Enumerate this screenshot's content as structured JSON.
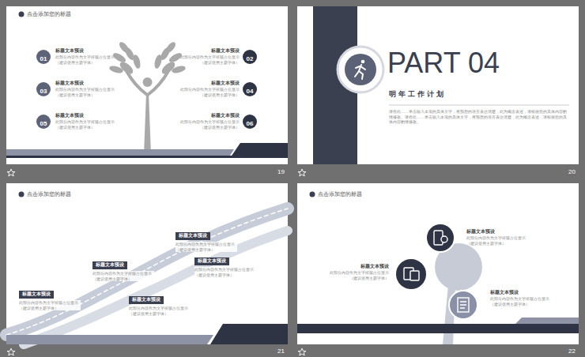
{
  "diagram": {
    "nodes": [
      {
        "text": [
          "01"
        ]
      },
      {
        "text": [
          "02"
        ]
      },
      {
        "text": [
          "03"
        ]
      },
      {
        "text": [
          "04"
        ]
      },
      {
        "text": [
          "05"
        ]
      },
      {
        "text": [
          "06"
        ]
      },
      {
        "text": [
          "标题文本预设",
          "此部分内容作为文字排版占位显示 （建议使用主题字体）"
        ]
      },
      {
        "text": [
          "标题文本预设",
          "此部分内容作为文字排版占位显示 （建议使用主题字体）"
        ]
      },
      {
        "text": [
          "标题文本预设",
          "此部分内容作为文字排版占位显示 （建议使用主题字体）"
        ]
      },
      {
        "text": [
          "标题文本预设",
          "此部分内容作为文字排版占位显示 （建议使用主题字体）"
        ]
      },
      {
        "text": [
          "标题文本预设",
          "此部分内容作为文字排版占位显示 （建议使用主题字体）"
        ]
      }
    ],
    "labels": [
      "点击添加您的标题",
      "标题文本预设",
      "此部分内容作为文字排版占位显示 （建议使用主题字体）",
      "标题文本预设",
      "此部分内容作为文字排版占位显示 （建议使用主题字体）",
      "标题文本预设",
      "此部分内容作为文字排版占位显示 （建议使用主题字体）",
      "标题文本预设",
      "此部分内容作为文字排版占位显示 （建议使用主题字体）",
      "标题文本预设",
      "此部分内容作为文字排版占位显示 （建议使用主题字体）",
      "标题文本预设",
      "此部分内容作为文字排版占位显示 （建议使用主题字体）",
      "19",
      "PART 04",
      "明年工作计划",
      "请在此……单击输入本项的具体文字，将预想的语言表达清楚，此为概念表述，请根据您的具体内容酌情修改。请在此……单击输入本项的具体文字，将预想的语言表达清楚，此为概念表述，请根据您的具体内容酌情修改。",
      "20",
      "点击添加您的标题",
      "21",
      "点击添加您的标题",
      "标题文本预设",
      "此部分内容作为文字排版占位显示 （建议使用主题字体）",
      "标题文本预设",
      "此部分内容作为文字排版占位显示 （建议使用主题字体）",
      "标题文本预设",
      "此部分内容作为文字排版占位显示 （建议使用主题字体）",
      "22"
    ]
  }
}
